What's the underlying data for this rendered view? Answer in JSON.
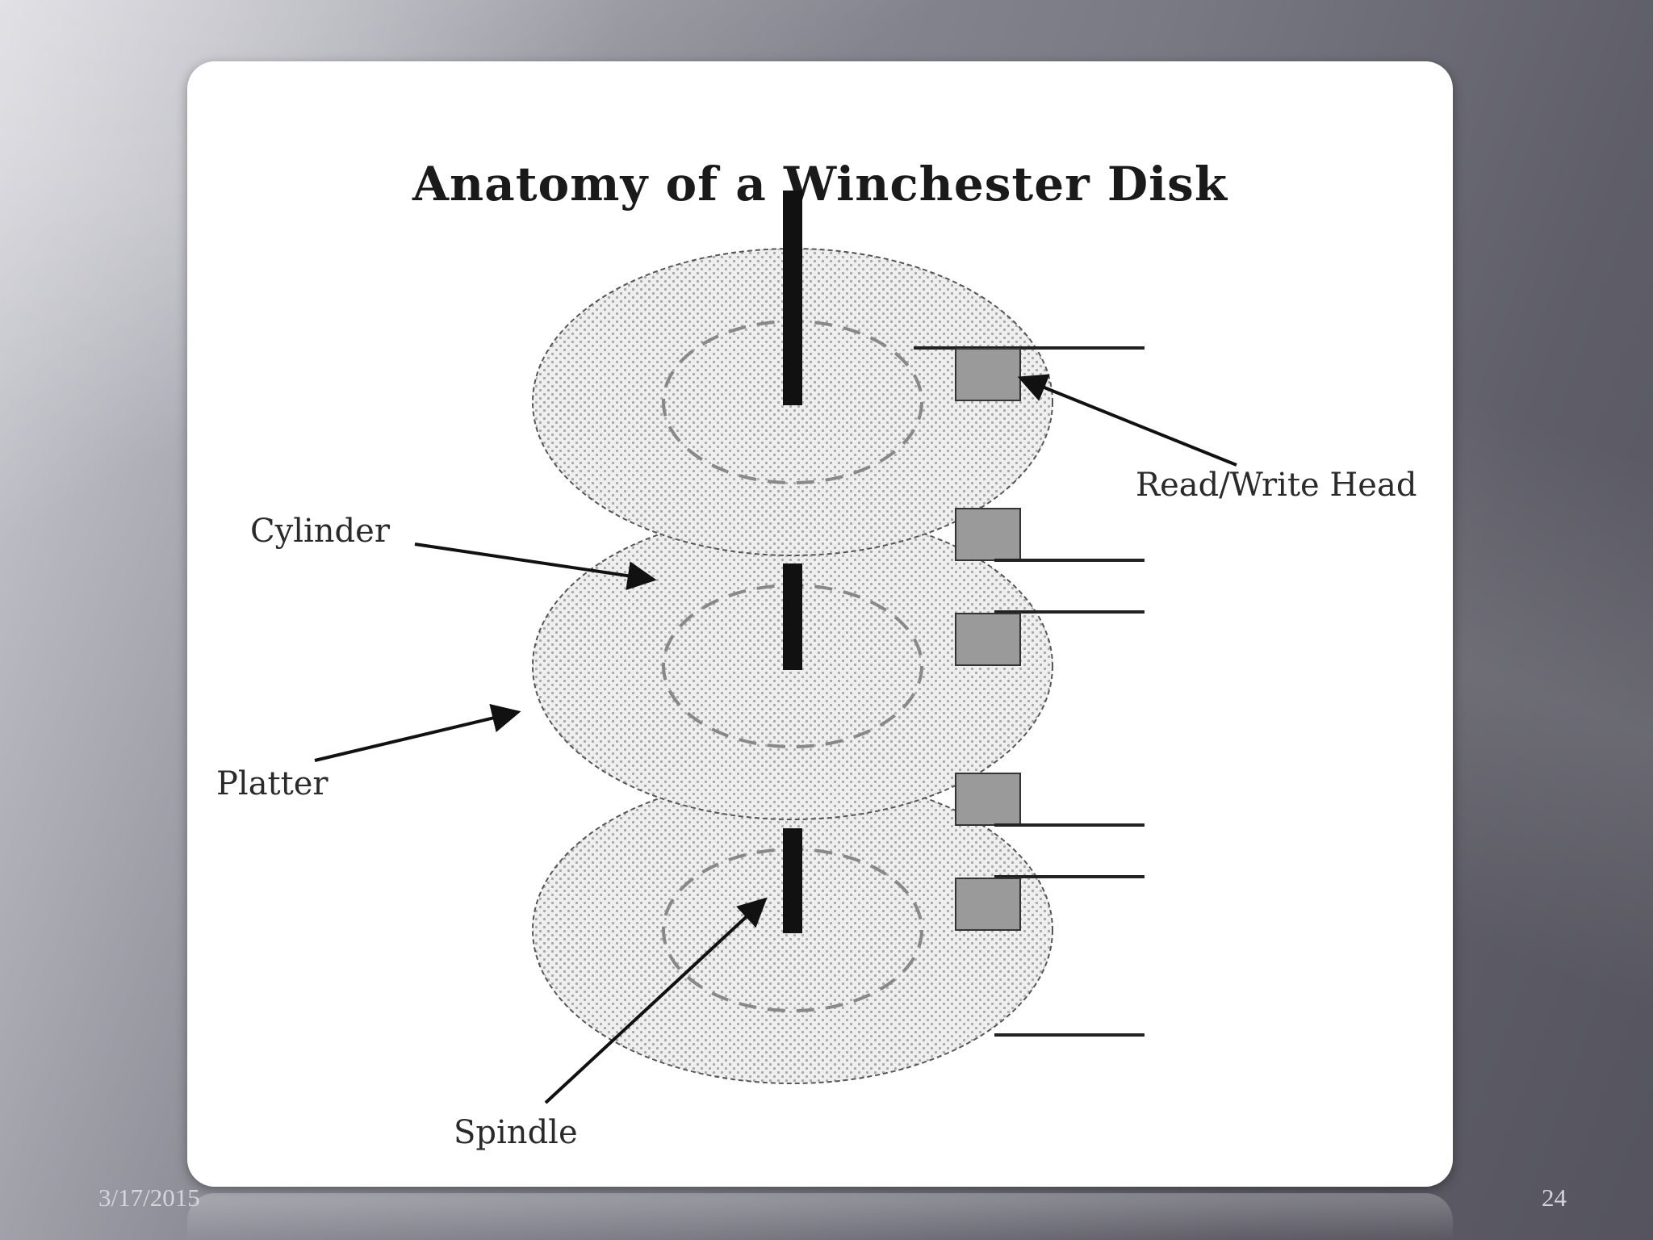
{
  "slide": {
    "title": "Anatomy of a Winchester Disk",
    "labels": {
      "read_write_head": "Read/Write Head",
      "cylinder": "Cylinder",
      "platter": "Platter",
      "spindle": "Spindle"
    },
    "footer": {
      "date": "3/17/2015",
      "page_number": "24"
    }
  },
  "colors": {
    "platter_fill": "#e6e6e6",
    "head_fill": "#9a9a9a",
    "spindle": "#111111"
  }
}
